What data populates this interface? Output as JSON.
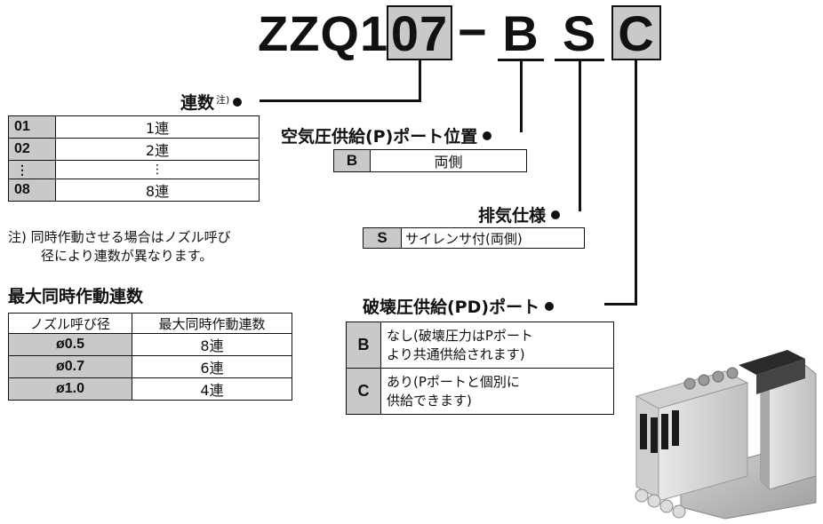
{
  "model_code": {
    "prefix": "ZZQ1",
    "count_code": "07",
    "dash": "−",
    "supply_code": "B",
    "exhaust_code": "S",
    "release_code": "C"
  },
  "stations": {
    "title": "連数",
    "note_mark": "注)",
    "rows": [
      {
        "code": "01",
        "value": "1連"
      },
      {
        "code": "02",
        "value": "2連"
      },
      {
        "code": "⋮",
        "value": "⋮"
      },
      {
        "code": "08",
        "value": "8連"
      }
    ],
    "note_line1": "注) 同時作動させる場合はノズル呼び",
    "note_line2": "径により連数が異なります。"
  },
  "supply_port": {
    "title": "空気圧供給(P)ポート位置",
    "code": "B",
    "value": "両側"
  },
  "exhaust": {
    "title": "排気仕様",
    "code": "S",
    "value": "サイレンサ付(両側)"
  },
  "release_port": {
    "title": "破壊圧供給(PD)ポート",
    "rows": [
      {
        "code": "B",
        "line1": "なし(破壊圧力はPポート",
        "line2": "より共通供給されます)"
      },
      {
        "code": "C",
        "line1": "あり(Pポートと個別に",
        "line2": "供給できます)"
      }
    ]
  },
  "max_sim": {
    "title": "最大同時作動連数",
    "headers": [
      "ノズル呼び径",
      "最大同時作動連数"
    ],
    "rows": [
      {
        "nozzle": "ø0.5",
        "count": "8連"
      },
      {
        "nozzle": "ø0.7",
        "count": "6連"
      },
      {
        "nozzle": "ø1.0",
        "count": "4連"
      }
    ]
  },
  "colors": {
    "key_fill": "#c9c9c9",
    "ink": "#111111"
  }
}
